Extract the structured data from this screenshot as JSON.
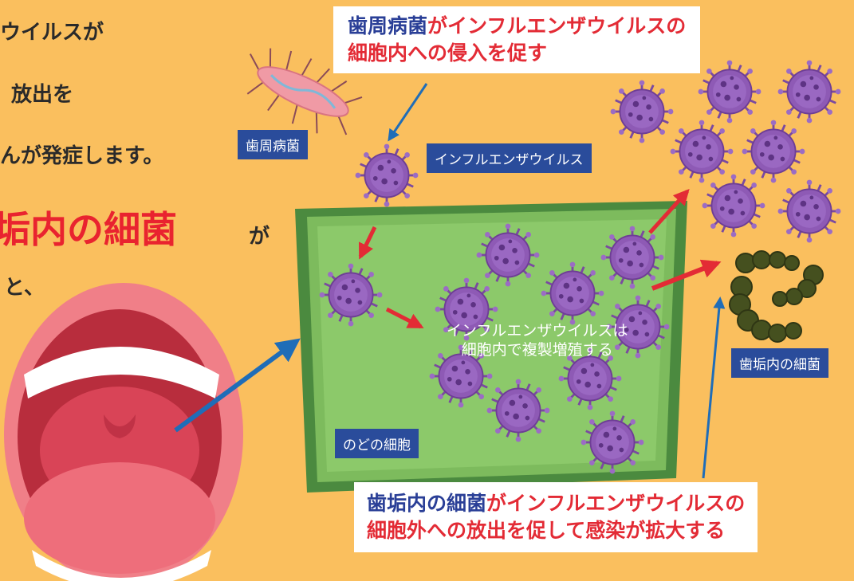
{
  "left_text": {
    "line1": "ウイルスが",
    "line2": "放出を",
    "line3": "んが発症します。",
    "emphasis": "垢内の細菌",
    "emphasis_suffix": "が",
    "line5": "と、"
  },
  "labels": {
    "periodontal_bacteria": "歯周病菌",
    "influenza_virus": "インフルエンザウイルス",
    "throat_cell": "のどの細胞",
    "plaque_bacteria": "歯垢内の細菌"
  },
  "cell_text": {
    "line1": "インフルエンザウイルスは",
    "line2": "細胞内で複製増殖する"
  },
  "caption_top": {
    "line1_subject": "歯周病菌",
    "line1_rest": "がインフルエンザウイルスの",
    "line2": "細胞内への侵入を促す"
  },
  "caption_bottom": {
    "line1_subject": "歯垢内の細菌",
    "line1_rest": "がインフルエンザウイルスの",
    "line2": "細胞外への放出を促して感染が拡大する"
  },
  "colors": {
    "background": "#FABF5E",
    "virus": "#8E5AB5",
    "cell": "#8CC96A",
    "cell_border": "#3F7A36",
    "label_bg": "#2A4C9B",
    "accent_red": "#E32B35",
    "arrow_blue": "#1F6DB8"
  },
  "icons": [
    "open-mouth-icon",
    "periodontal-bacterium-icon",
    "virus-icon",
    "plaque-bacteria-chain-icon"
  ]
}
